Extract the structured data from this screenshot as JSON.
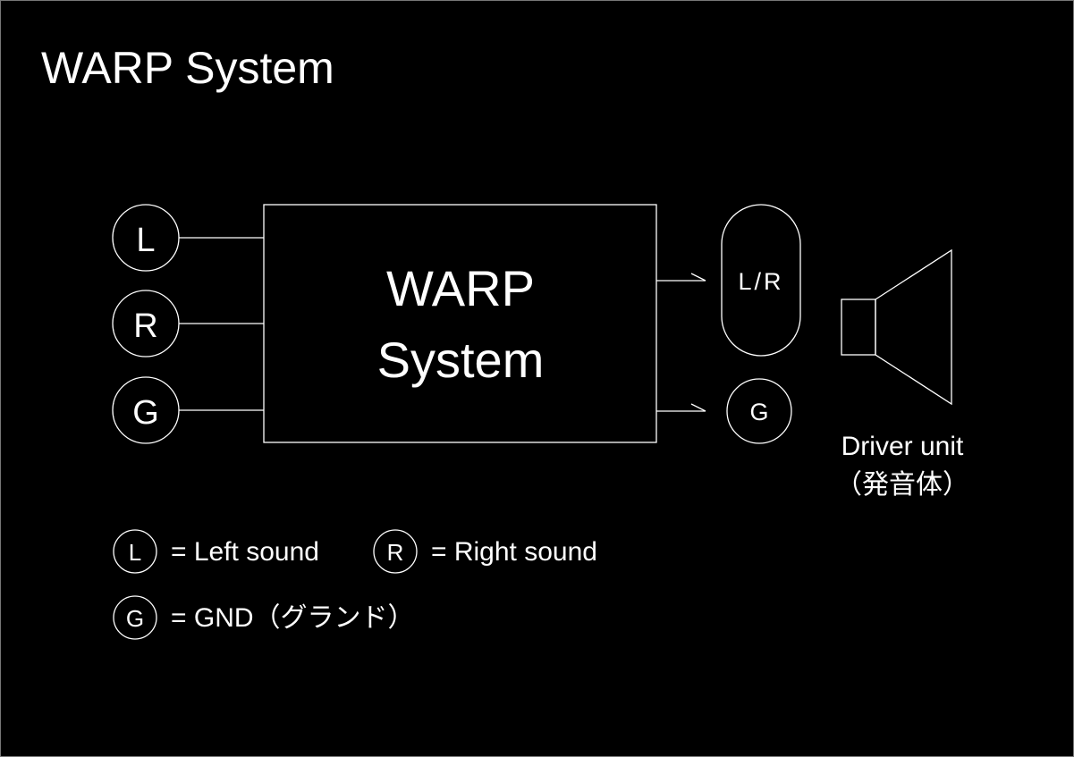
{
  "title": "WARP System",
  "inputs": [
    {
      "letter": "L"
    },
    {
      "letter": "R"
    },
    {
      "letter": "G"
    }
  ],
  "processor": {
    "line1": "WARP",
    "line2": "System"
  },
  "outputs": {
    "lr_label": "L/R",
    "g_label": "G"
  },
  "driver": {
    "label_en": "Driver unit",
    "label_jp": "（発音体）"
  },
  "legend": [
    {
      "letter": "L",
      "text": "= Left sound"
    },
    {
      "letter": "R",
      "text": "= Right sound"
    },
    {
      "letter": "G",
      "text": "= GND（グランド）"
    }
  ],
  "colors": {
    "background": "#000000",
    "foreground": "#ffffff"
  }
}
